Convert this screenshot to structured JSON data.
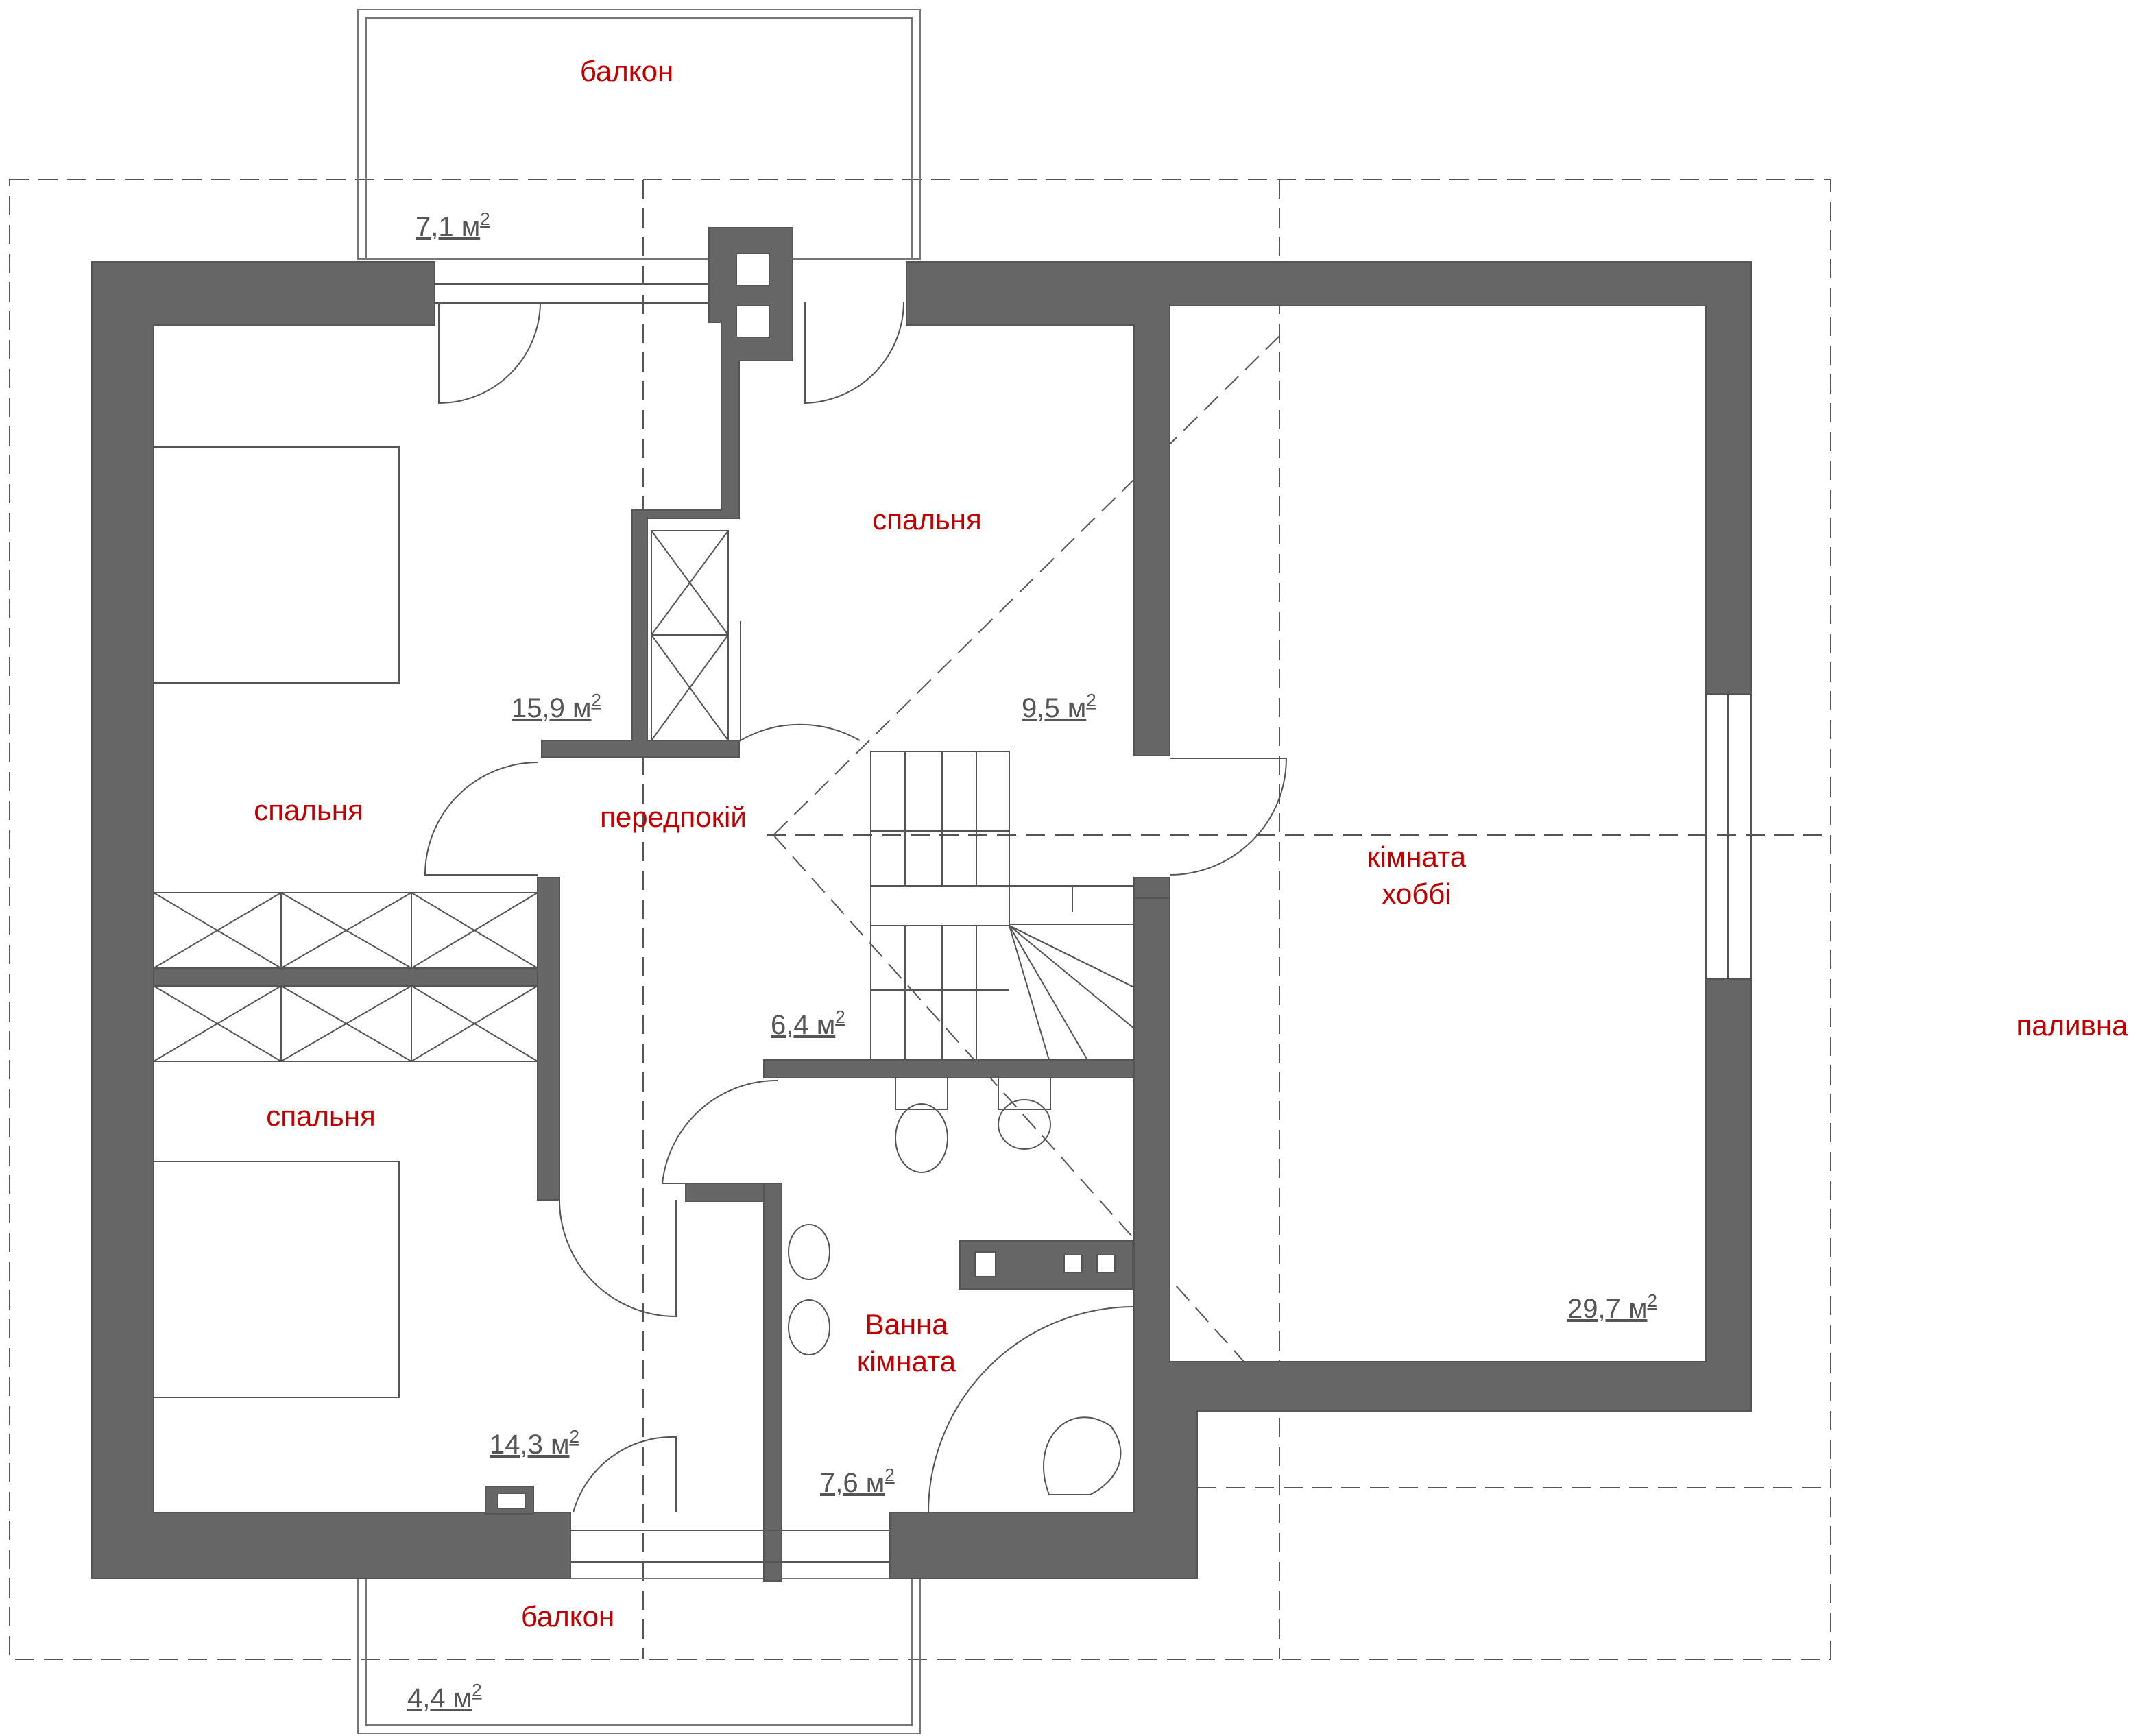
{
  "colors": {
    "wall": "#666666",
    "room_label": "#c00000",
    "area_label": "#555555",
    "background": "#ffffff"
  },
  "rooms": {
    "balcony_top": "балкон",
    "bedroom_top": "спальня",
    "bedroom_left": "спальня",
    "bedroom_bottom": "спальня",
    "hall": "передпокій",
    "hobby_line1": "кімната",
    "hobby_line2": "хоббі",
    "bath_line1": "Ванна",
    "bath_line2": "кімната",
    "balcony_bottom": "балкон",
    "boiler": "паливна"
  },
  "areas": {
    "balcony_top": "7,1 м",
    "bedroom_left": "15,9 м",
    "bedroom_top": "9,5 м",
    "hall": "6,4 м",
    "hobby": "29,7 м",
    "bedroom_bottom": "14,3 м",
    "bath": "7,6 м",
    "balcony_bottom": "4,4 м",
    "unit_sup": "2"
  }
}
